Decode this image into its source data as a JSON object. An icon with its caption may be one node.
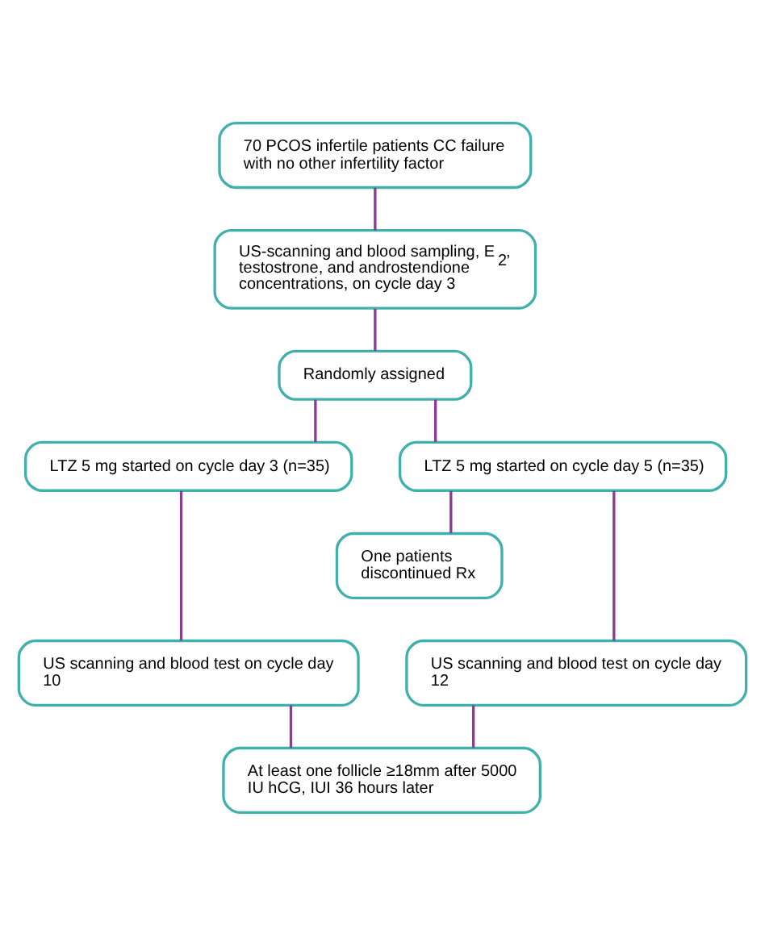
{
  "diagram": {
    "nodes": [
      {
        "text": [
          "70 PCOS infertile patients CC failure with no other infertility factor"
        ]
      },
      {
        "text": [
          "US-scanning and blood sampling, E$_{2}$, testostrone, and androstendione concentrations, on cycle day 3"
        ]
      },
      {
        "text": [
          "Randomly assigned"
        ]
      },
      {
        "text": [
          "LTZ 5 mg started on cycle day 3 (n=35)"
        ]
      },
      {
        "text": [
          "LTZ 5 mg started on cycle day 5 (n=35)"
        ]
      },
      {
        "text": [
          "One patients discontinued Rx"
        ]
      },
      {
        "text": [
          "US scanning and blood test on cycle day 10"
        ]
      },
      {
        "text": [
          "US scanning and blood test on cycle day 12"
        ]
      },
      {
        "text": [
          "At least one follicle ≥18mm after 5000 IU hCG, IUI 36 hours later"
        ]
      }
    ],
    "edges": [
      {
        "from": 0,
        "to": 1,
        "arrow": "none"
      },
      {
        "from": 1,
        "to": 2,
        "arrow": "none"
      },
      {
        "from": 2,
        "to": 3,
        "arrow": "none"
      },
      {
        "from": 2,
        "to": 4,
        "arrow": "none"
      },
      {
        "from": 3,
        "to": 6,
        "arrow": "none"
      },
      {
        "from": 4,
        "to": 5,
        "arrow": "none"
      },
      {
        "from": 4,
        "to": 7,
        "arrow": "none"
      },
      {
        "from": 6,
        "to": 8,
        "arrow": "none"
      },
      {
        "from": 7,
        "to": 8,
        "arrow": "none"
      }
    ]
  }
}
